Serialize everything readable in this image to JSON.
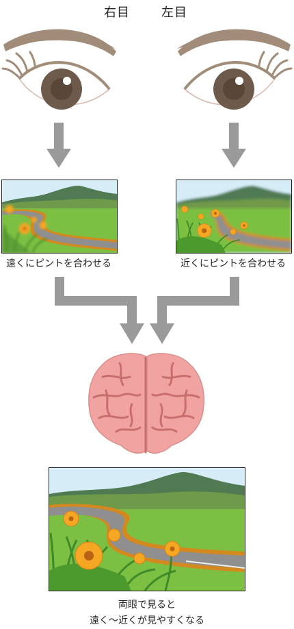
{
  "labels": {
    "right_eye": "右目",
    "left_eye": "左目",
    "right_caption": "遠くにピントを合わせる",
    "left_caption": "近くにピントを合わせる",
    "result_line1": "両眼で見ると",
    "result_line2": "遠く～近くが見やすくなる"
  },
  "colors": {
    "eyebrow": "#a08c78",
    "iris": "#6e5a4a",
    "arrow": "#9a9a9a",
    "brain": "#f0a3a0",
    "brain_line": "#c96e6e",
    "grass": "#7cc043",
    "mountain": "#4f7a52",
    "road": "#8f8f8f",
    "flower": "#f5a623"
  }
}
